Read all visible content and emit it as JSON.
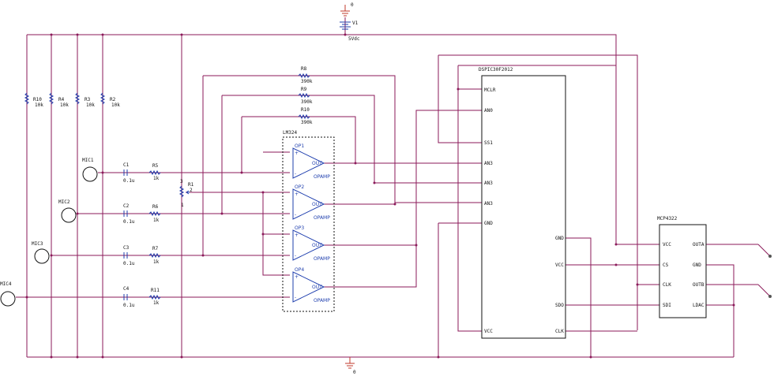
{
  "ground_top_label": "0",
  "ground_bottom_label": "0",
  "v1": {
    "name": "V1",
    "value": "5Vdc"
  },
  "resistors_vertical": [
    {
      "name": "R10",
      "value": "10k"
    },
    {
      "name": "R4",
      "value": "10k"
    },
    {
      "name": "R3",
      "value": "10k"
    },
    {
      "name": "R2",
      "value": "10k"
    }
  ],
  "feedback_resistors": [
    {
      "name": "R8",
      "value": "390k"
    },
    {
      "name": "R9",
      "value": "390k"
    },
    {
      "name": "R10",
      "value": "390k"
    }
  ],
  "mics": [
    "MIC1",
    "MIC2",
    "MIC3",
    "MIC4"
  ],
  "capacitors": [
    {
      "name": "C1",
      "value": "0.1u"
    },
    {
      "name": "C2",
      "value": "0.1u"
    },
    {
      "name": "C3",
      "value": "0.1u"
    },
    {
      "name": "C4",
      "value": "0.1u"
    }
  ],
  "input_resistors": [
    {
      "name": "R5",
      "value": "1k"
    },
    {
      "name": "R6",
      "value": "1k"
    },
    {
      "name": "R7",
      "value": "1k"
    },
    {
      "name": "R11",
      "value": "1k"
    }
  ],
  "potentiometer": {
    "name": "R1",
    "pin3": "3",
    "pin2": "2",
    "pin1": "1"
  },
  "opamp_block": "LM324",
  "opamps": [
    {
      "name": "OP1",
      "out": "OUT",
      "type": "OPAMP"
    },
    {
      "name": "OP2",
      "out": "OUT",
      "type": "OPAMP"
    },
    {
      "name": "OP3",
      "out": "OUT",
      "type": "OPAMP"
    },
    {
      "name": "OP4",
      "out": "OUT",
      "type": "OPAMP"
    }
  ],
  "opamp_plus": "+",
  "opamp_minus": "-",
  "dspic": {
    "name": "DSPIC30F2012",
    "left_pins": [
      "MCLR",
      "AN0",
      "SS1",
      "AN3",
      "AN3",
      "AN3",
      "GND",
      "VCC"
    ],
    "right_pins": [
      "GND",
      "VCC",
      "SDO",
      "CLK"
    ]
  },
  "mcp": {
    "name": "MCP4322",
    "left_pins": [
      "VCC",
      "CS",
      "CLK",
      "SDI"
    ],
    "right_pins": [
      "OUTA",
      "GND",
      "OUTB",
      "LDAC"
    ]
  }
}
